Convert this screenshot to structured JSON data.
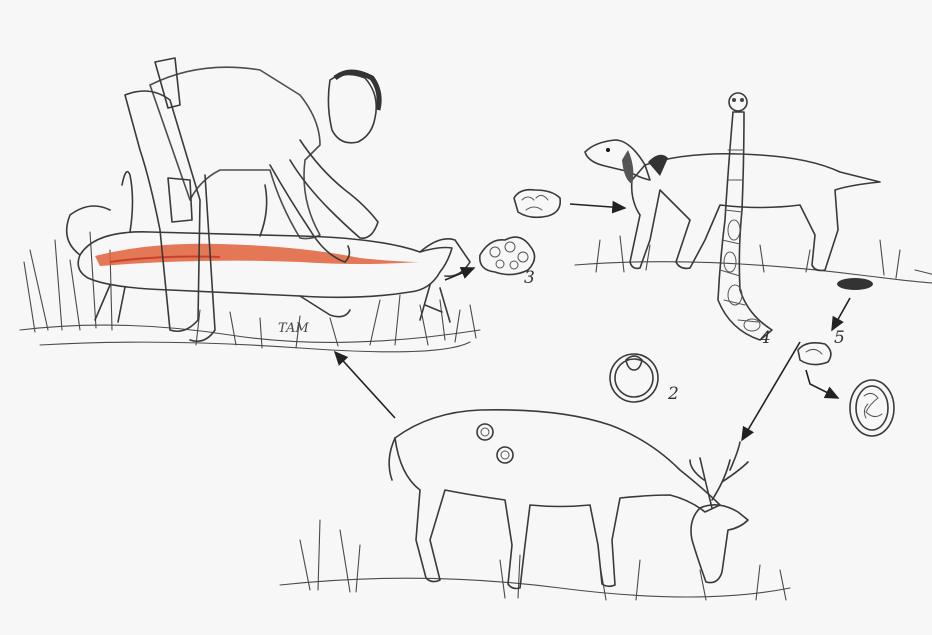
{
  "labels": {
    "stage_2": "2",
    "stage_3": "3",
    "stage_4": "4",
    "stage_5": "5",
    "hunter_initials": "TAM"
  },
  "colors": {
    "paper": "#f7f7f8",
    "pencil": "#3a3a3a",
    "flesh": "#e0603a",
    "deer_fur": "#a8a8a8",
    "dog_fur": "#8e8e8e"
  }
}
